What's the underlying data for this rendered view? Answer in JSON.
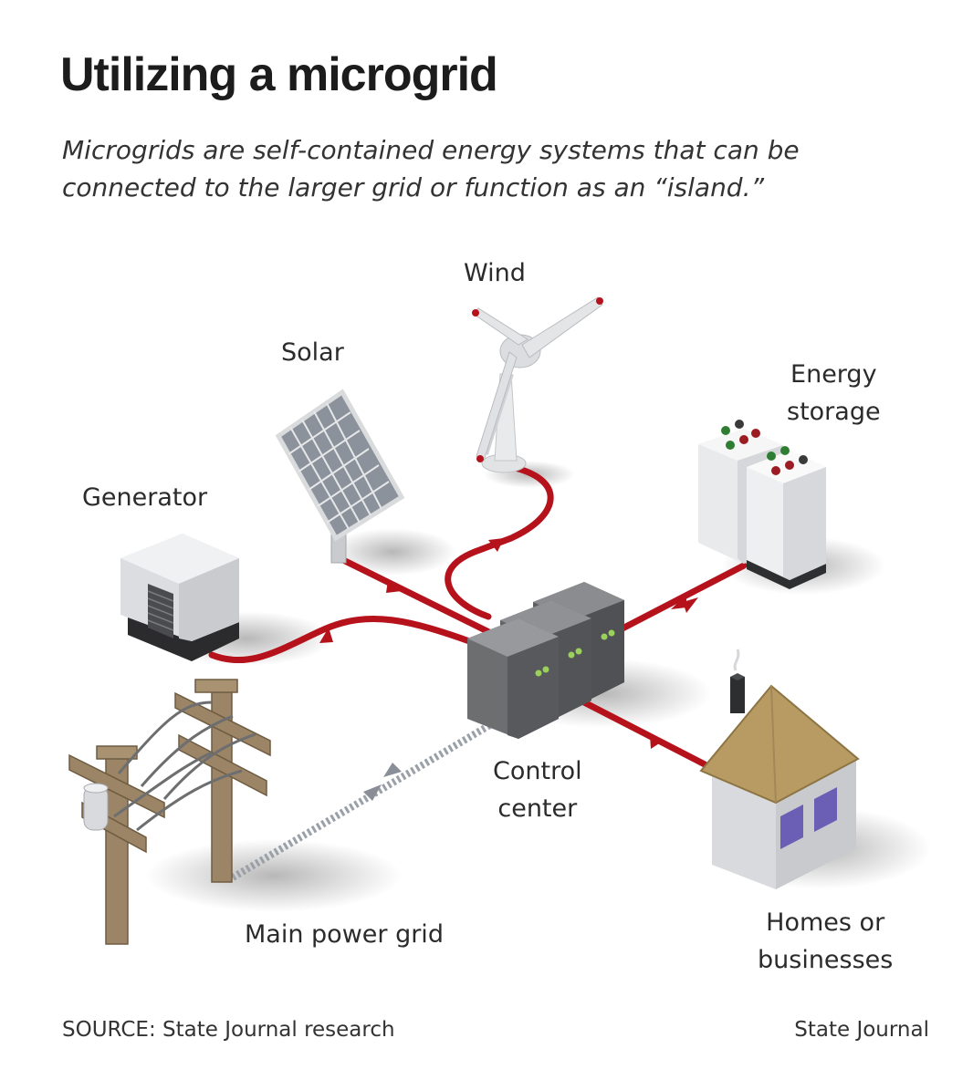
{
  "header": {
    "title": "Utilizing a microgrid",
    "subtitle_line1": "Microgrids are self-contained energy systems that can be",
    "subtitle_line2": "connected to the larger grid or function as an “island.”"
  },
  "diagram": {
    "labels": {
      "wind": "Wind",
      "solar": "Solar",
      "energy_storage_line1": "Energy",
      "energy_storage_line2": "storage",
      "generator": "Generator",
      "control_center_line1": "Control",
      "control_center_line2": "center",
      "main_power_grid": "Main power grid",
      "homes_line1": "Homes or",
      "homes_line2": "businesses"
    },
    "colors": {
      "connection": "#b5121b",
      "grid_link": "#9aa0a8",
      "server": "#6d6e70",
      "roof": "#b89b62",
      "window": "#6a5fb5",
      "pole_wood": "#9b8566"
    }
  },
  "footer": {
    "source": "SOURCE: State Journal research",
    "credit": "State Journal"
  }
}
